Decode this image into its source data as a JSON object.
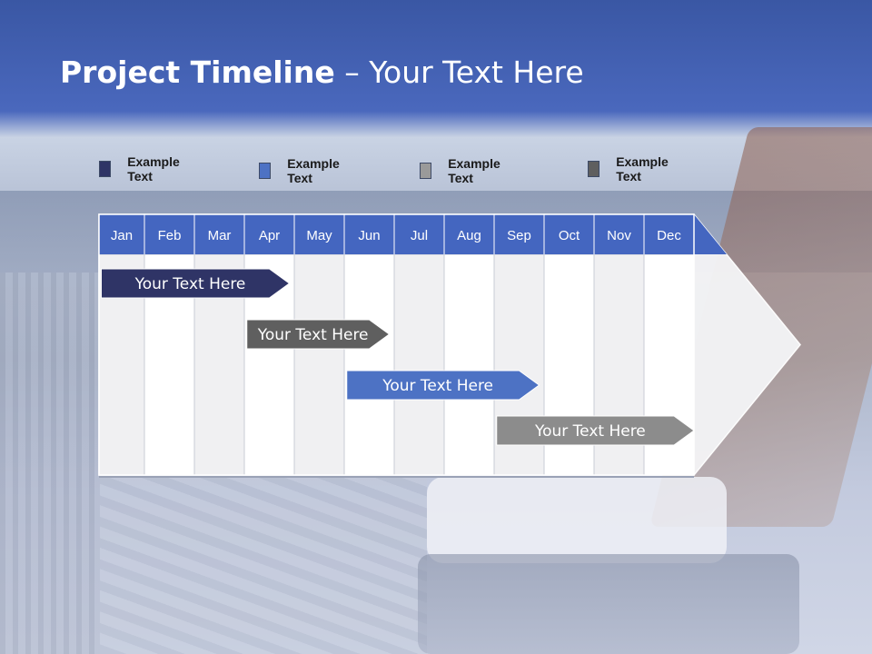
{
  "slide": {
    "title_bold": "Project Timeline",
    "title_rest": " – Your Text Here"
  },
  "legend": [
    {
      "label": "Example Text",
      "color": "#2f3466"
    },
    {
      "label": "Example Text",
      "color": "#4d72c4"
    },
    {
      "label": "Example Text",
      "color": "#9a9a9a"
    },
    {
      "label": "Example Text",
      "color": "#5f5f5f"
    }
  ],
  "timeline": {
    "months": [
      "Jan",
      "Feb",
      "Mar",
      "Apr",
      "May",
      "Jun",
      "Jul",
      "Aug",
      "Sep",
      "Oct",
      "Nov",
      "Dec"
    ],
    "header_color": "#4466c0",
    "tasks": [
      {
        "label": "Your  Text Here",
        "start_month": 0.05,
        "end_month": 3.9,
        "color": "#2f3466"
      },
      {
        "label": "Your  Text Here",
        "start_month": 3.05,
        "end_month": 5.9,
        "color": "#5f5f5f"
      },
      {
        "label": "Your  Text Here",
        "start_month": 5.05,
        "end_month": 8.9,
        "color": "#4d72c4"
      },
      {
        "label": "Your  Text Here",
        "start_month": 8.05,
        "end_month": 12.0,
        "color": "#8c8c8c"
      }
    ]
  }
}
